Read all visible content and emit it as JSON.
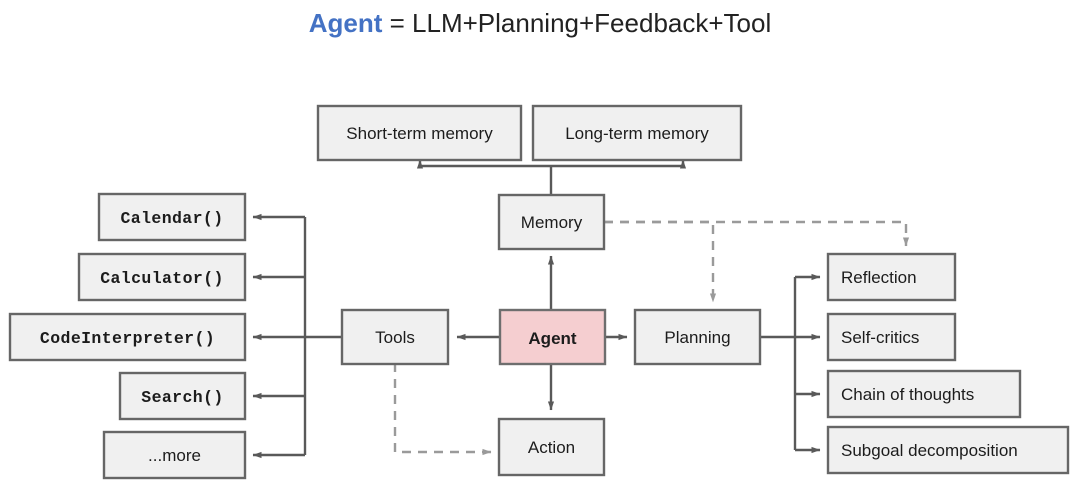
{
  "title": {
    "accent_word": "Agent",
    "equation": " = LLM+Planning+Feedback+Tool"
  },
  "colors": {
    "accent_text": "#4472c4",
    "agent_box_fill": "#f5ced0",
    "node_fill": "#f0f0f0",
    "node_stroke": "#666666",
    "solid_edge": "#595959",
    "dashed_edge": "#9a9a9a",
    "background": "#ffffff"
  },
  "diagram": {
    "center": {
      "agent": "Agent",
      "memory": "Memory",
      "tools": "Tools",
      "planning": "Planning",
      "action": "Action"
    },
    "memory_types": [
      "Short-term memory",
      "Long-term memory"
    ],
    "tools_list": [
      "Calendar()",
      "Calculator()",
      "CodeInterpreter()",
      "Search()",
      "...more"
    ],
    "planning_list": [
      "Reflection",
      "Self-critics",
      "Chain of thoughts",
      "Subgoal decomposition"
    ]
  }
}
